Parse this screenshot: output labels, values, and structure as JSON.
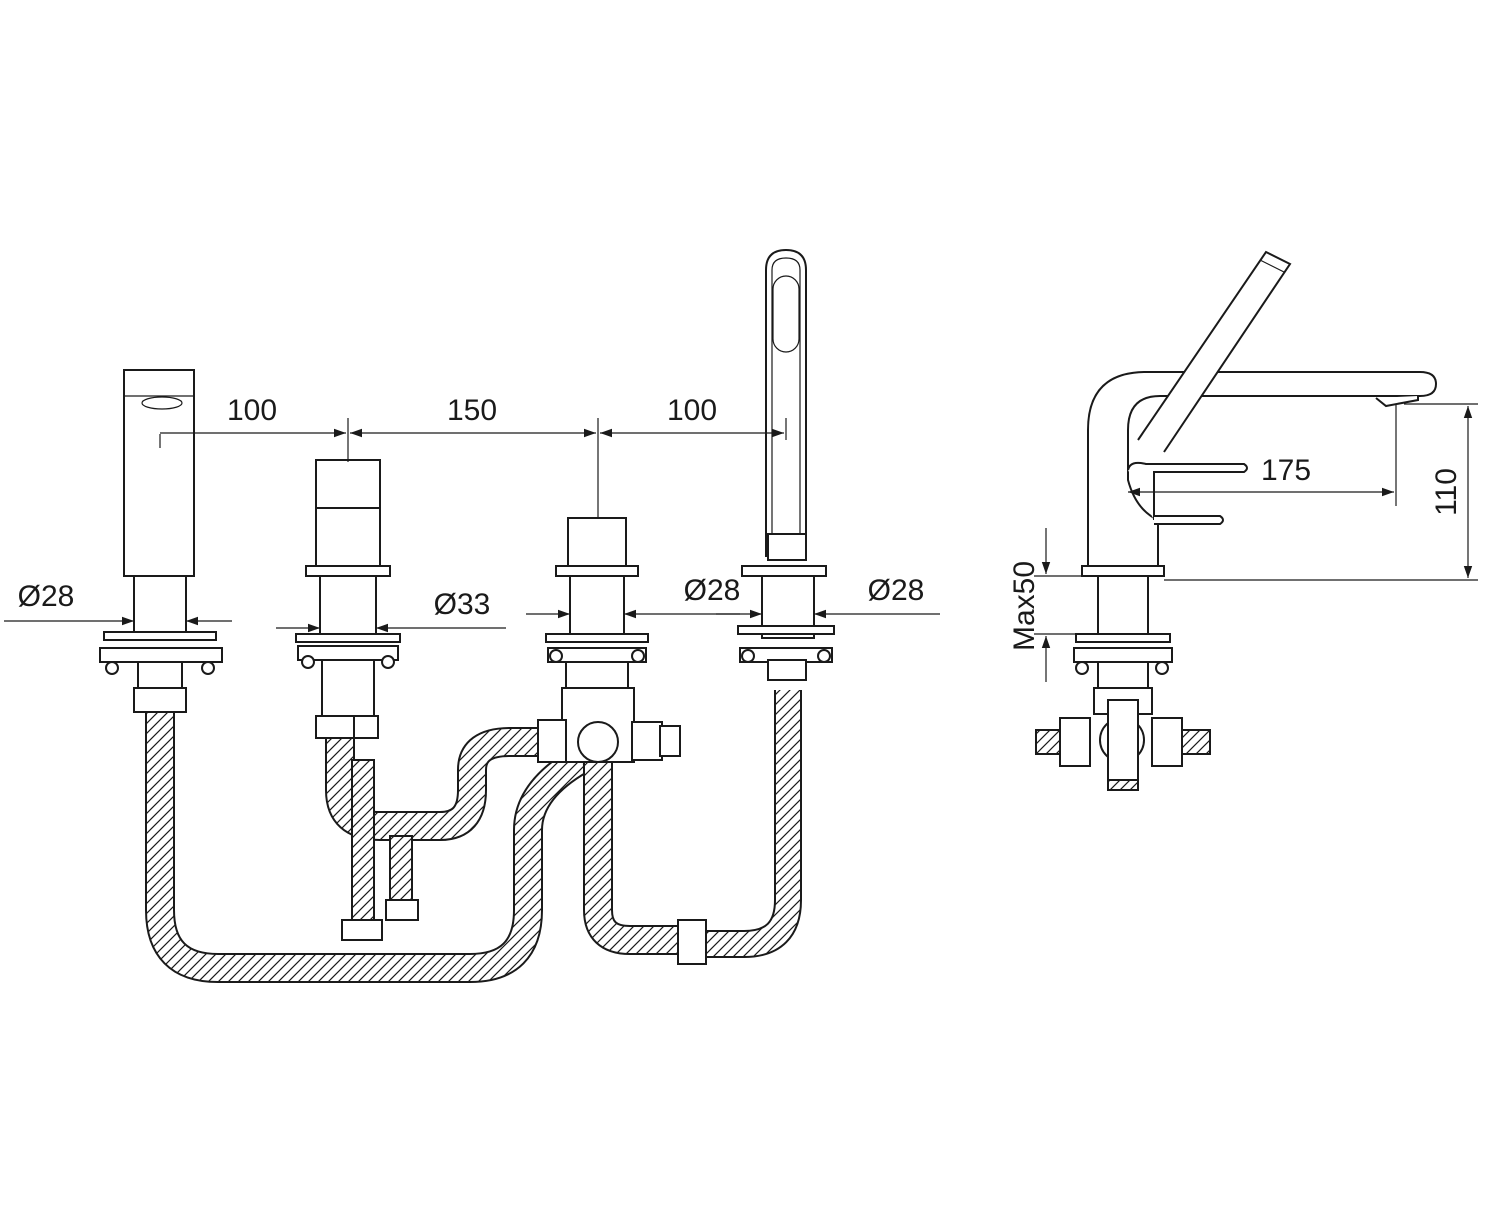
{
  "dimensions": {
    "spacing_1": "100",
    "spacing_2": "150",
    "spacing_3": "100",
    "dia_spout": "Ø28",
    "dia_mixer": "Ø33",
    "dia_diverter": "Ø28",
    "dia_shower": "Ø28",
    "spout_reach": "175",
    "spout_height": "110",
    "max_deck": "Max50"
  },
  "colors": {
    "line": "#1a1a1a",
    "background": "#ffffff"
  }
}
